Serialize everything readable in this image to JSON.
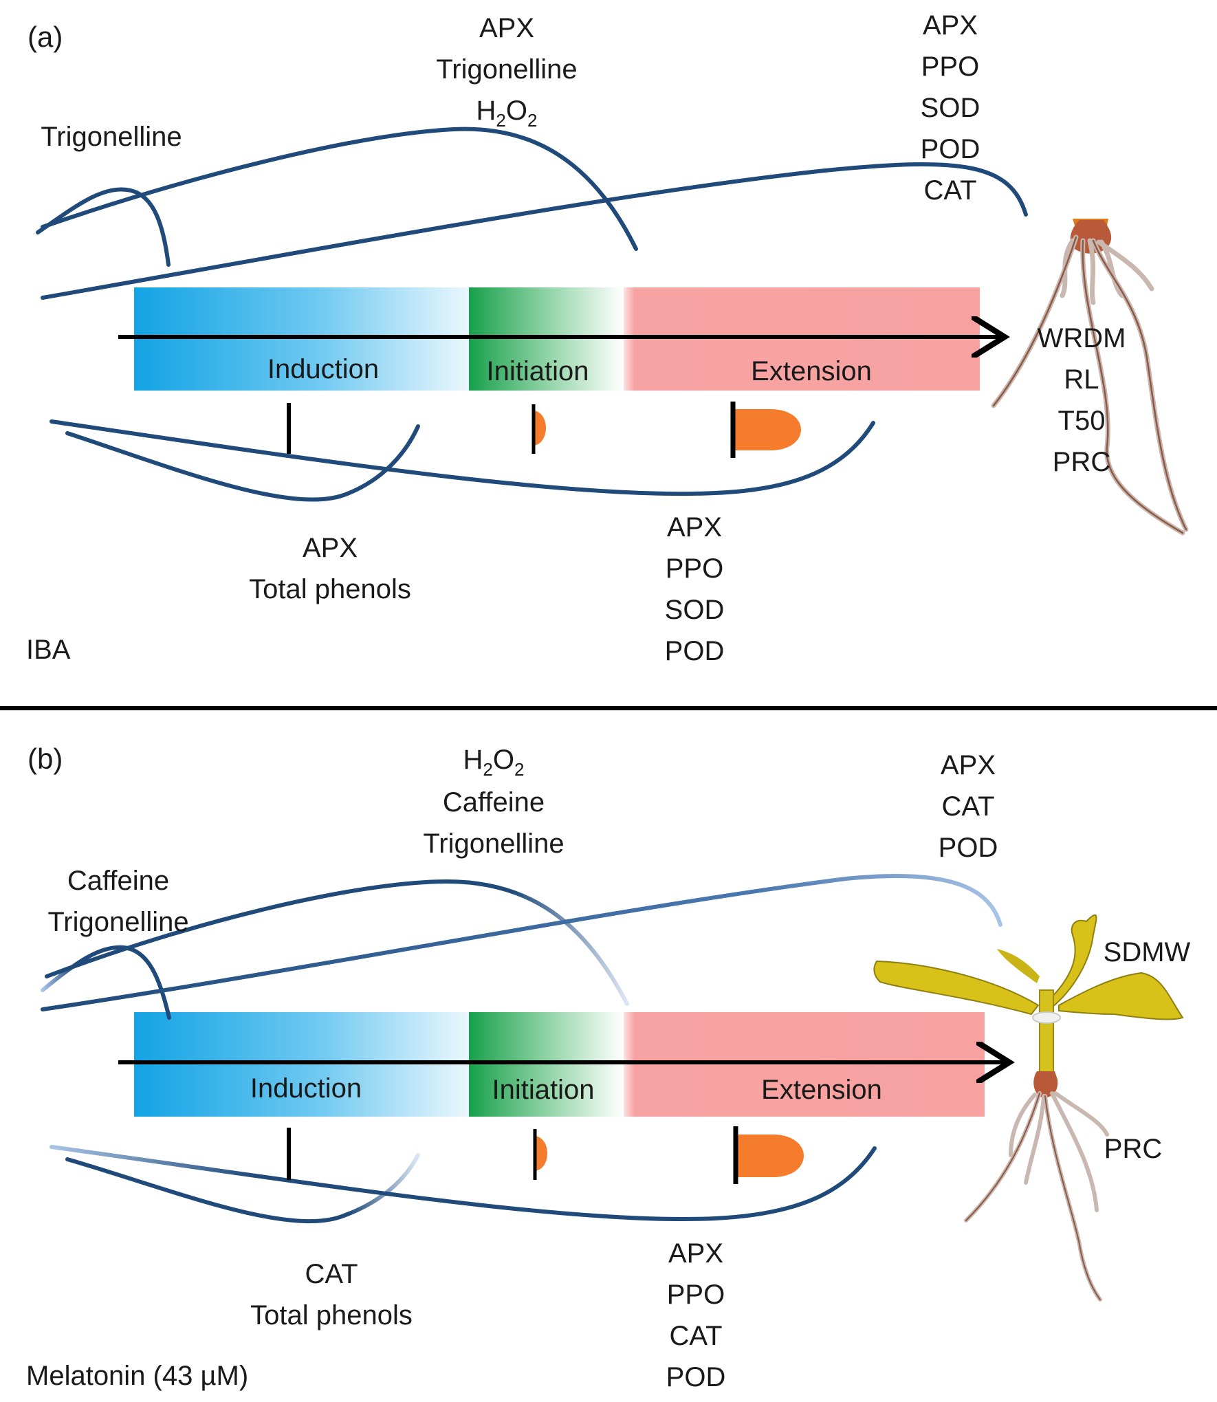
{
  "panel_a": {
    "tag": "(a)",
    "treatment": "IBA",
    "stages": [
      "Induction",
      "Initiation",
      "Extension"
    ],
    "above_labels": {
      "induction": [
        "Trigonelline"
      ],
      "initiation": [
        "APX",
        "Trigonelline"
      ],
      "extension": [
        "APX",
        "PPO",
        "SOD",
        "POD",
        "CAT"
      ]
    },
    "below_labels": {
      "induction": [
        "APX",
        "Total phenols"
      ],
      "extension": [
        "APX",
        "PPO",
        "SOD",
        "POD"
      ]
    },
    "h2o2": {
      "base": "H",
      "sub1": "2",
      "mid": "O",
      "sub2": "2"
    },
    "outcomes": [
      "WRDM",
      "RL",
      "T50",
      "PRC"
    ]
  },
  "panel_b": {
    "tag": "(b)",
    "treatment": "Melatonin (43 µM)",
    "stages": [
      "Induction",
      "Initiation",
      "Extension"
    ],
    "above_labels": {
      "induction": [
        "Caffeine",
        "Trigonelline"
      ],
      "initiation": [
        "Caffeine",
        "Trigonelline"
      ],
      "extension": [
        "APX",
        "CAT",
        "POD"
      ]
    },
    "below_labels": {
      "induction": [
        "CAT",
        "Total phenols"
      ],
      "extension": [
        "APX",
        "PPO",
        "CAT",
        "POD"
      ]
    },
    "h2o2": {
      "base": "H",
      "sub1": "2",
      "mid": "O",
      "sub2": "2"
    },
    "outcomes": [
      "SDMW",
      "PRC"
    ]
  },
  "colors": {
    "induction": "#1aa7e6",
    "initiation": "#1a9e4a",
    "extension": "#f7a1a1",
    "curve": "#1f4a7a",
    "root_tip": "#f47c2c",
    "shoot": "#d8c21a"
  },
  "icons": [
    "root-cutting-icon",
    "rooted-seedling-icon"
  ]
}
